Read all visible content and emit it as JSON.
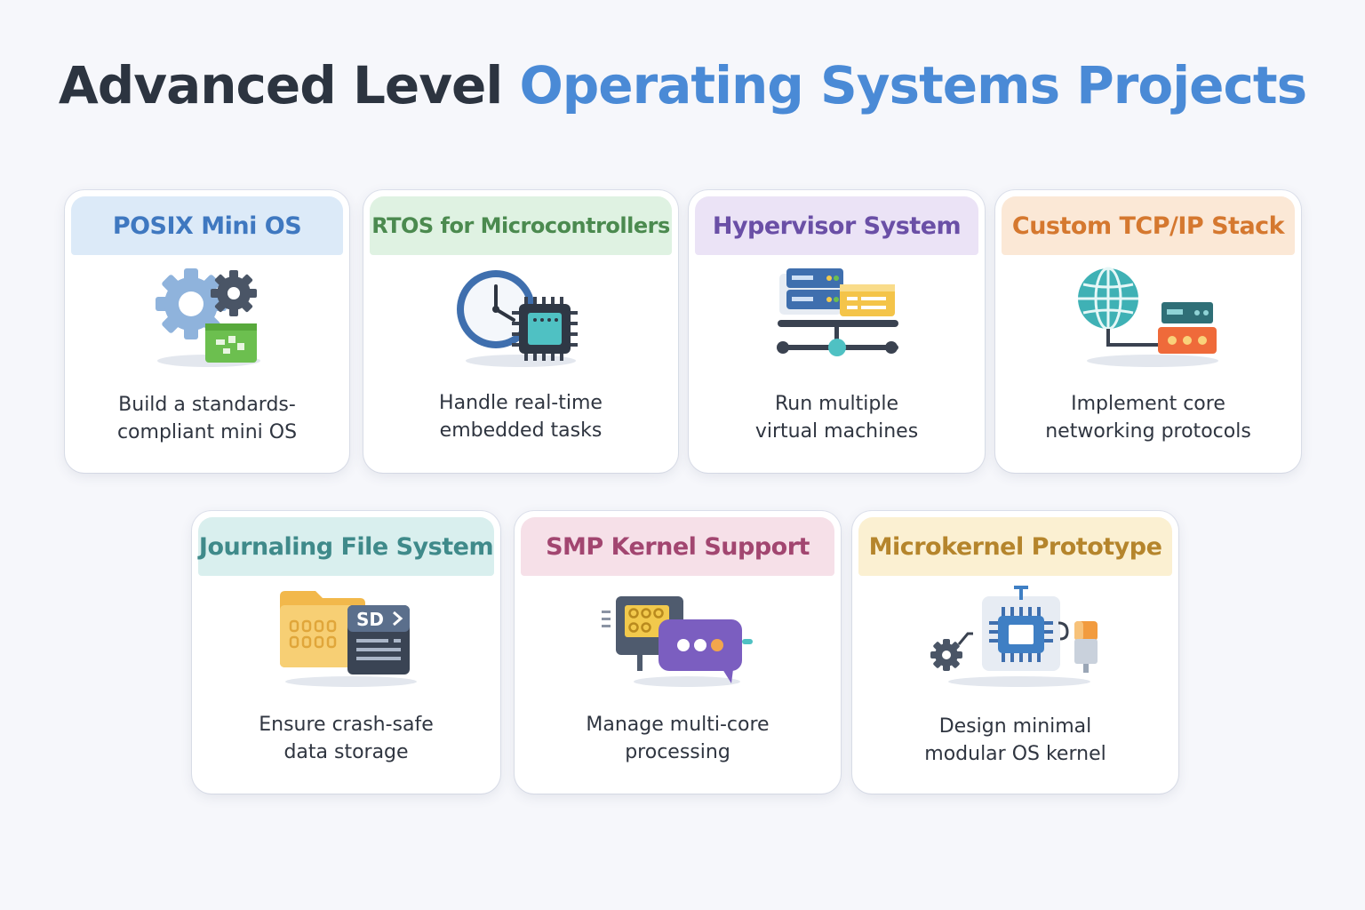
{
  "title": {
    "part1": "Advanced Level",
    "part2": "Operating Systems Projects"
  },
  "colors": {
    "title_dark": "#2c3440",
    "title_blue": "#4a8ad6"
  },
  "cards": [
    {
      "title": "POSIX Mini OS",
      "desc_line1": "Build a standards-",
      "desc_line2": "compliant mini OS",
      "icon": "gears-chip-icon",
      "header_bg": "#dceaf8",
      "header_color": "#3f78c0"
    },
    {
      "title": "RTOS for Microcontrollers",
      "desc_line1": "Handle real-time",
      "desc_line2": "embedded tasks",
      "icon": "clock-microcontroller-icon",
      "header_bg": "#dff2e2",
      "header_color": "#4b8a4f"
    },
    {
      "title": "Hypervisor System",
      "desc_line1": "Run multiple",
      "desc_line2": "virtual machines",
      "icon": "server-network-icon",
      "header_bg": "#ebe3f6",
      "header_color": "#6a4fa6"
    },
    {
      "title": "Custom TCP/IP Stack",
      "desc_line1": "Implement core",
      "desc_line2": "networking protocols",
      "icon": "globe-router-icon",
      "header_bg": "#fbe8d6",
      "header_color": "#d5782f"
    },
    {
      "title": "Journaling File System",
      "desc_line1": "Ensure crash-safe",
      "desc_line2": "data storage",
      "icon": "folder-sd-card-icon",
      "header_bg": "#d9efee",
      "header_color": "#3f8a8a"
    },
    {
      "title": "SMP Kernel Support",
      "desc_line1": "Manage multi-core",
      "desc_line2": "processing",
      "icon": "multicore-chat-icon",
      "header_bg": "#f6e0e8",
      "header_color": "#a24670"
    },
    {
      "title": "Microkernel Prototype",
      "desc_line1": "Design minimal",
      "desc_line2": "modular OS kernel",
      "icon": "microkernel-chip-icon",
      "header_bg": "#fbf0d2",
      "header_color": "#b5852c"
    }
  ],
  "sd_label": "SD"
}
